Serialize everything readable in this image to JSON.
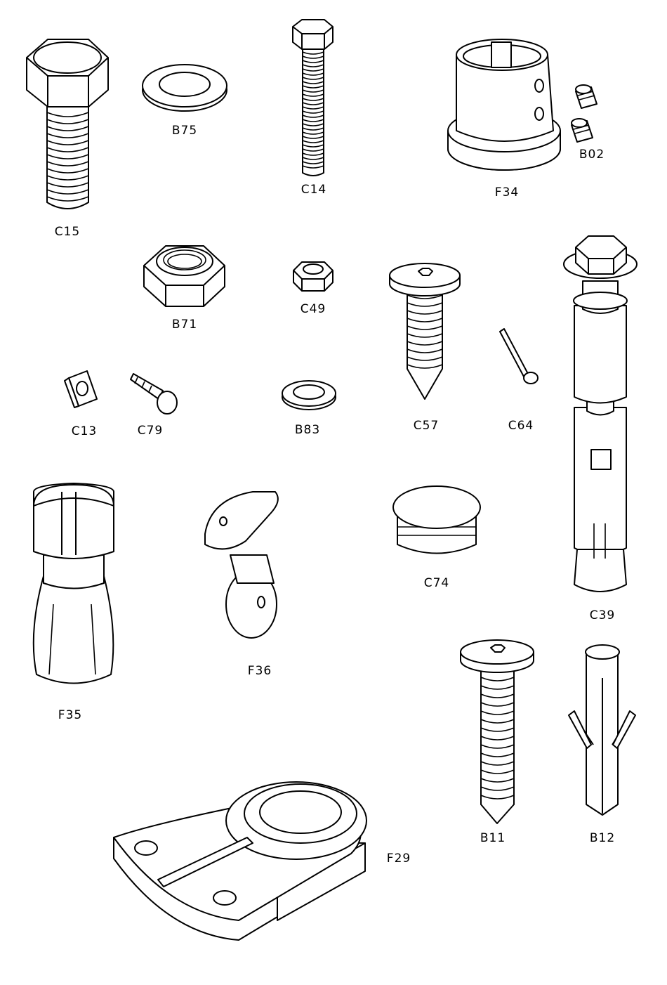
{
  "parts": [
    {
      "code": "C15"
    },
    {
      "code": "B75"
    },
    {
      "code": "C14"
    },
    {
      "code": "F34"
    },
    {
      "code": "B02"
    },
    {
      "code": "B71"
    },
    {
      "code": "C49"
    },
    {
      "code": "C57"
    },
    {
      "code": "C39"
    },
    {
      "code": "C13"
    },
    {
      "code": "C79"
    },
    {
      "code": "B83"
    },
    {
      "code": "C64"
    },
    {
      "code": "C74"
    },
    {
      "code": "F35"
    },
    {
      "code": "F36"
    },
    {
      "code": "B11"
    },
    {
      "code": "B12"
    },
    {
      "code": "F29"
    }
  ]
}
